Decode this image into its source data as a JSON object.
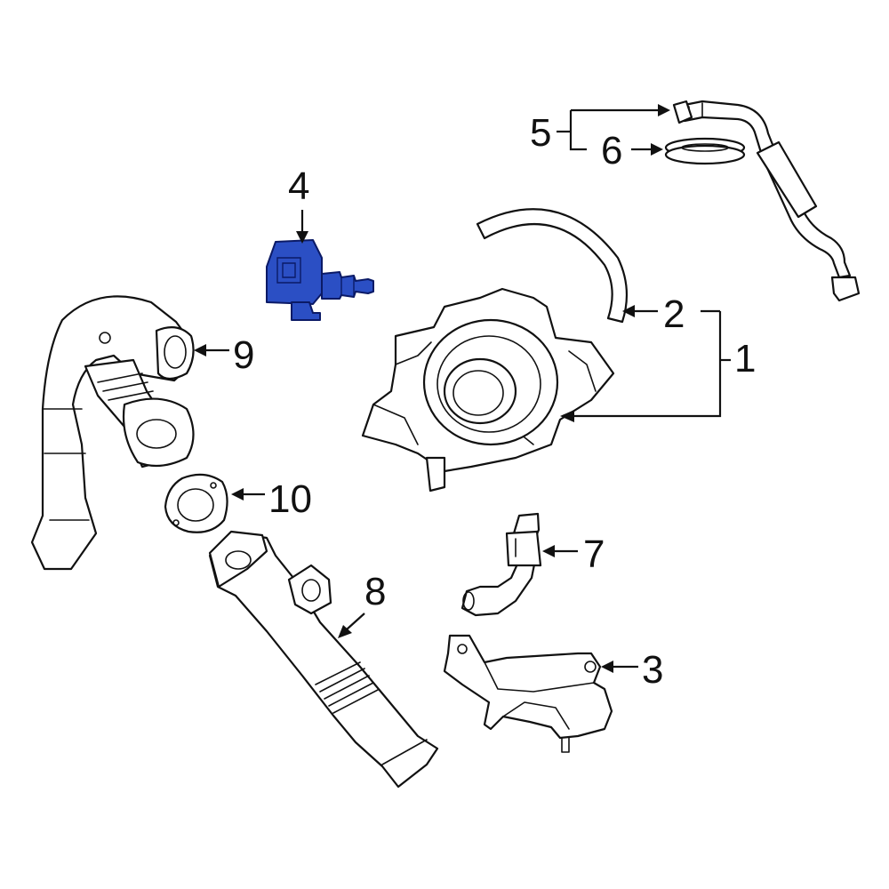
{
  "callouts": {
    "c1": "1",
    "c2": "2",
    "c3": "3",
    "c4": "4",
    "c5": "5",
    "c6": "6",
    "c7": "7",
    "c8": "8",
    "c9": "9",
    "c10": "10"
  },
  "colors": {
    "highlight": "#2b4fc4",
    "line": "#111111",
    "background": "#ffffff"
  },
  "highlighted_part": "4"
}
